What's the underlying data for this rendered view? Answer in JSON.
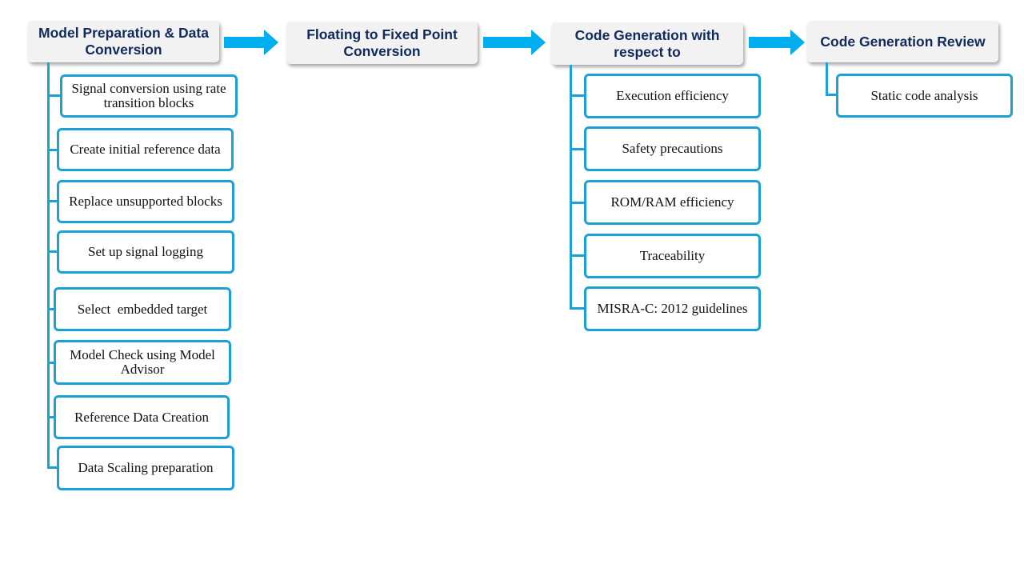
{
  "colors": {
    "header_text": "#102a5c",
    "header_bg": "#f2f2f2",
    "connector": "#1ba1d6",
    "arrow": "#00aeef"
  },
  "stages": [
    {
      "title": "Model Preparation & Data Conversion",
      "items": [
        "Signal conversion using rate transition blocks",
        "Create initial reference data",
        "Replace unsupported blocks",
        "Set up signal logging",
        "Select  embedded target",
        "Model Check using Model Advisor",
        "Reference Data Creation",
        "Data Scaling preparation"
      ]
    },
    {
      "title": "Floating to Fixed Point Conversion",
      "items": []
    },
    {
      "title": "Code Generation with respect to",
      "items": [
        "Execution efficiency",
        "Safety precautions",
        "ROM/RAM efficiency",
        "Traceability",
        "MISRA-C: 2012 guidelines"
      ]
    },
    {
      "title": "Code Generation Review",
      "items": [
        "Static code analysis"
      ]
    }
  ]
}
